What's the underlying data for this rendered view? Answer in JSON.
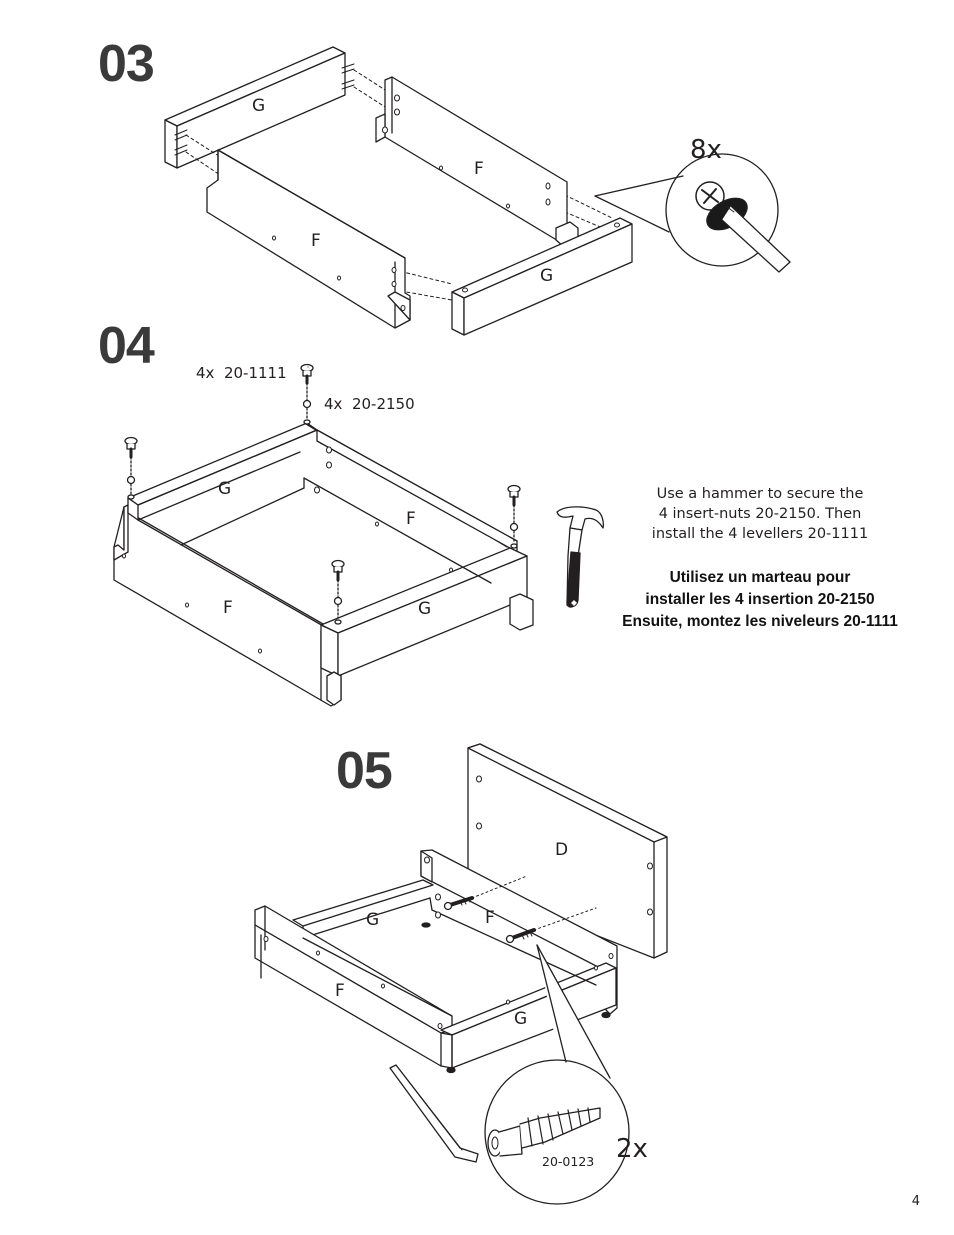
{
  "steps": [
    {
      "number": "03",
      "panels": [
        "G",
        "F",
        "F",
        "G"
      ],
      "callout_multiplier": "8x"
    },
    {
      "number": "04",
      "hardware": [
        {
          "qty": "4x",
          "code": "20-1111"
        },
        {
          "qty": "4x",
          "code": "20-2150"
        }
      ],
      "panels": [
        "G",
        "F",
        "F",
        "G"
      ],
      "note_en": [
        "Use a hammer to secure the",
        "4 insert-nuts 20-2150.  Then",
        "install the 4 levellers 20-1111"
      ],
      "note_fr": [
        "Utilisez un marteau pour",
        "installer les 4 insertion 20-2150",
        "Ensuite, montez les niveleurs 20-1111"
      ]
    },
    {
      "number": "05",
      "panels": [
        "D",
        "G",
        "F",
        "F",
        "G"
      ],
      "callout_part": "20-0123",
      "callout_multiplier": "2x"
    }
  ],
  "page_number": "4"
}
